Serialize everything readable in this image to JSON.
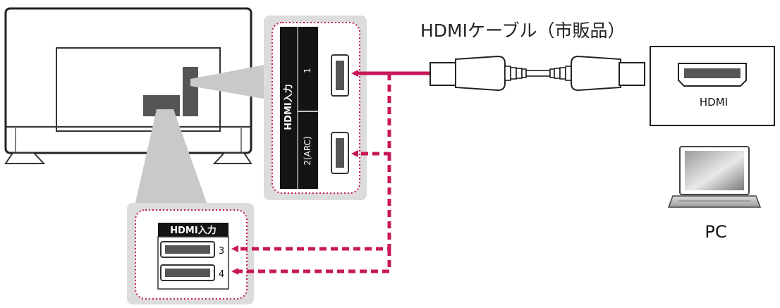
{
  "cable_label": "HDMIケーブル（市販品）",
  "side_panel": {
    "header": "HDMI入力",
    "port_1": "1",
    "port_2": "2(ARC)"
  },
  "bottom_panel": {
    "header": "HDMI入力",
    "port_3": "3",
    "port_4": "4"
  },
  "pc_box": {
    "port_label": "HDMI"
  },
  "pc_label": "PC",
  "colors": {
    "cable_line": "#c8185a",
    "panel_bg": "#dcdcdc",
    "panel_dots": "#c8185a"
  },
  "icons": [
    "tv-rear",
    "hdmi-port-icon",
    "hdmi-cable-plug",
    "laptop-icon",
    "arrow-icon"
  ]
}
